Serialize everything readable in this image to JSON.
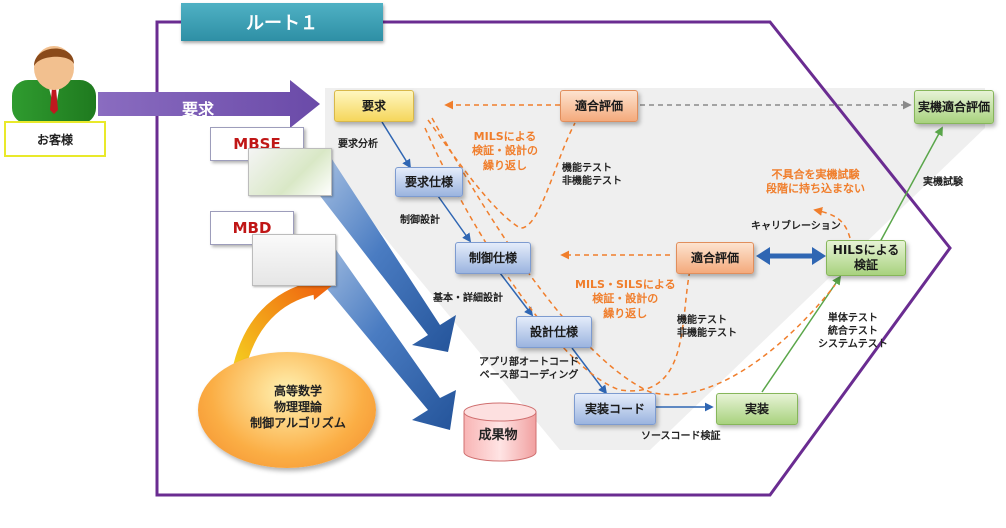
{
  "route_title": "ルート１",
  "customer_label": "お客様",
  "request_arrow": "要求",
  "tags": {
    "mbse": "MBSE",
    "mbd": "MBD"
  },
  "math": {
    "line1": "高等数学",
    "line2": "物理理論",
    "line3": "制御アルゴリズム"
  },
  "deliverable": "成果物",
  "boxes": {
    "requirements": "要求",
    "req_spec": "要求仕様",
    "control_spec": "制御仕様",
    "design_spec": "設計仕様",
    "impl_code": "実装コード",
    "implementation": "実装",
    "hils_verify_1": "HILSによる",
    "hils_verify_2": "検証",
    "conformance_1": "適合評価",
    "conformance_2": "適合評価",
    "real_conformance": "実機適合評価"
  },
  "labels": {
    "req_analysis": "要求分析",
    "control_design": "制御設計",
    "basic_detail": "基本・詳細設計",
    "app_autocode": "アプリ部オートコード",
    "base_coding": "ベース部コーディング",
    "source_verify": "ソースコード検証",
    "func_test_1a": "機能テスト",
    "func_test_1b": "非機能テスト",
    "func_test_2a": "機能テスト",
    "func_test_2b": "非機能テスト",
    "unit_test": "単体テスト",
    "integ_test": "統合テスト",
    "system_test": "システムテスト",
    "calibration": "キャリブレーション",
    "real_test": "実機試験"
  },
  "orange_labels": {
    "mils_1": "MILSによる",
    "mils_2": "検証・設計の",
    "mils_3": "繰り返し",
    "misils_1": "MILS・SILSによる",
    "misils_2": "検証・設計の",
    "misils_3": "繰り返し",
    "nocarry_1": "不具合を実機試験",
    "nocarry_2": "段階に持ち込まない"
  },
  "colors": {
    "frame_purple": "#6a2c91",
    "arrow_blue": "#2f66b3",
    "dashed_orange": "#f07e2c",
    "route_teal": "#3aa0b6"
  }
}
